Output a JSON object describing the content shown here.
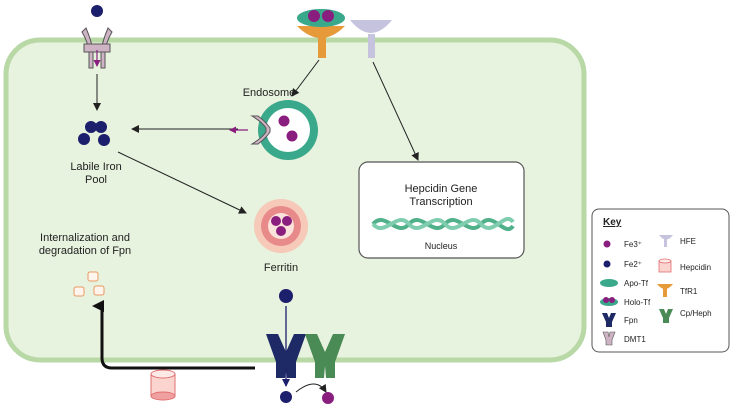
{
  "labels": {
    "endosome": "Endosome",
    "labile_line1": "Labile Iron",
    "labile_line2": "Pool",
    "hepcidin_line1": "Hepcidin Gene",
    "hepcidin_line2": "Transcription",
    "nucleus": "Nucleus",
    "internalization_line1": "Internalization and",
    "internalization_line2": "degradation of Fpn",
    "ferritin": "Ferritin"
  },
  "key": {
    "title": "Key",
    "items": {
      "fe3": "Fe3⁺",
      "fe2": "Fe2⁺",
      "apo_tf": "Apo-Tf",
      "holo_tf": "Holo-Tf",
      "fpn": "Fpn",
      "dmt1": "DMT1",
      "hfe": "HFE",
      "hepcidin": "Hepcidin",
      "tfr1": "TfR1",
      "cp_heph": "Cp/Heph"
    }
  },
  "colors": {
    "cell_fill": "#e7f2df",
    "cell_stroke": "#b8d8a6",
    "fe2_navy": "#1c1f6b",
    "fe3_purple": "#8a1e7e",
    "dmt1_mauve": "#cdb3c3",
    "fpn_navy": "#1e2a66",
    "cp_green": "#4a8a55",
    "tfr1_orange": "#e79a3a",
    "apo_tf_teal": "#3aa88a",
    "hfe_lavender": "#c5c3de",
    "ferritin_ring": "#e88a8a",
    "hepcidin_pink": "#f0a0a0",
    "dna_green": "#4fb08a"
  }
}
